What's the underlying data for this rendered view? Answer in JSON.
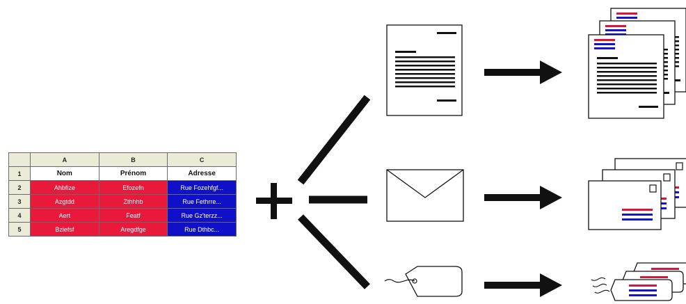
{
  "spreadsheet": {
    "columns": [
      "A",
      "B",
      "C"
    ],
    "header_row": {
      "num": "1",
      "cells": [
        "Nom",
        "Prénom",
        "Adresse"
      ]
    },
    "rows": [
      {
        "num": "2",
        "nom": "Ahbfize",
        "prenom": "Efozefn",
        "adresse": "Rue Fozehfgf..."
      },
      {
        "num": "3",
        "nom": "Azgtdd",
        "prenom": "Zthhhb",
        "adresse": "Rue Fethrre..."
      },
      {
        "num": "4",
        "nom": "Aert",
        "prenom": "Featf",
        "adresse": "Rue Gz'terzz..."
      },
      {
        "num": "5",
        "nom": "Bziefsf",
        "prenom": "Aregdfge",
        "adresse": "Rue Dthbc..."
      }
    ]
  },
  "colors": {
    "name_cells": "#e8193b",
    "address_cells": "#1010c8",
    "ink": "#111111",
    "addr_red": "#d8143a",
    "addr_blue": "#1414c8",
    "header_fill": "#ecebd8"
  },
  "icons": [
    "plus-icon",
    "letter-icon",
    "envelope-icon",
    "tag-icon",
    "arrow-icon",
    "letter-stack-icon",
    "envelope-stack-icon",
    "tag-stack-icon"
  ]
}
